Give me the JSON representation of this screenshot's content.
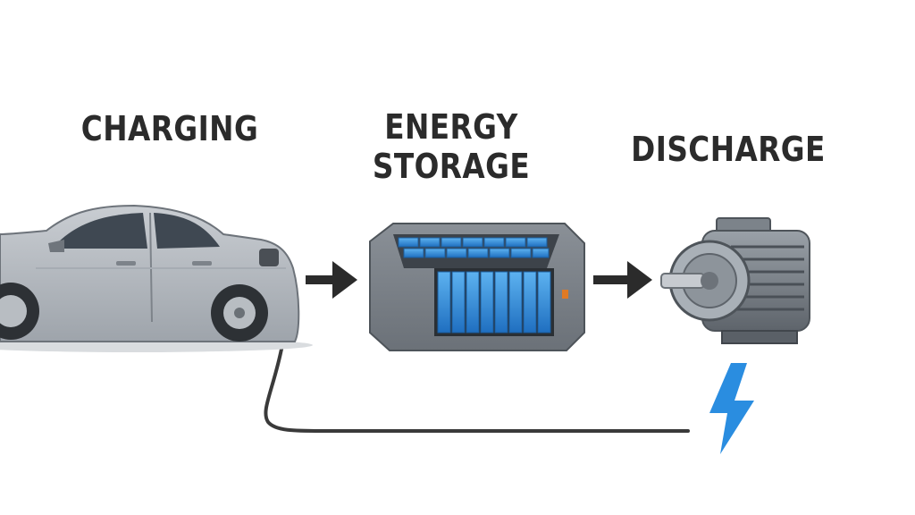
{
  "labels": {
    "charging": "CHARGING",
    "energy_storage_line1": "ENERGY",
    "energy_storage_line2": "STORAGE",
    "discharge": "DISCHARGE"
  },
  "icons": {
    "car": "electric-car-icon",
    "battery": "battery-pack-icon",
    "motor": "electric-motor-icon",
    "bolt": "lightning-bolt-icon",
    "arrow": "right-arrow-icon",
    "cable": "charging-cable"
  },
  "colors": {
    "car_body": "#b3b8bf",
    "battery_cells": "#2f8ad8",
    "bolt": "#2a8de0",
    "arrow": "#2b2b2b"
  }
}
